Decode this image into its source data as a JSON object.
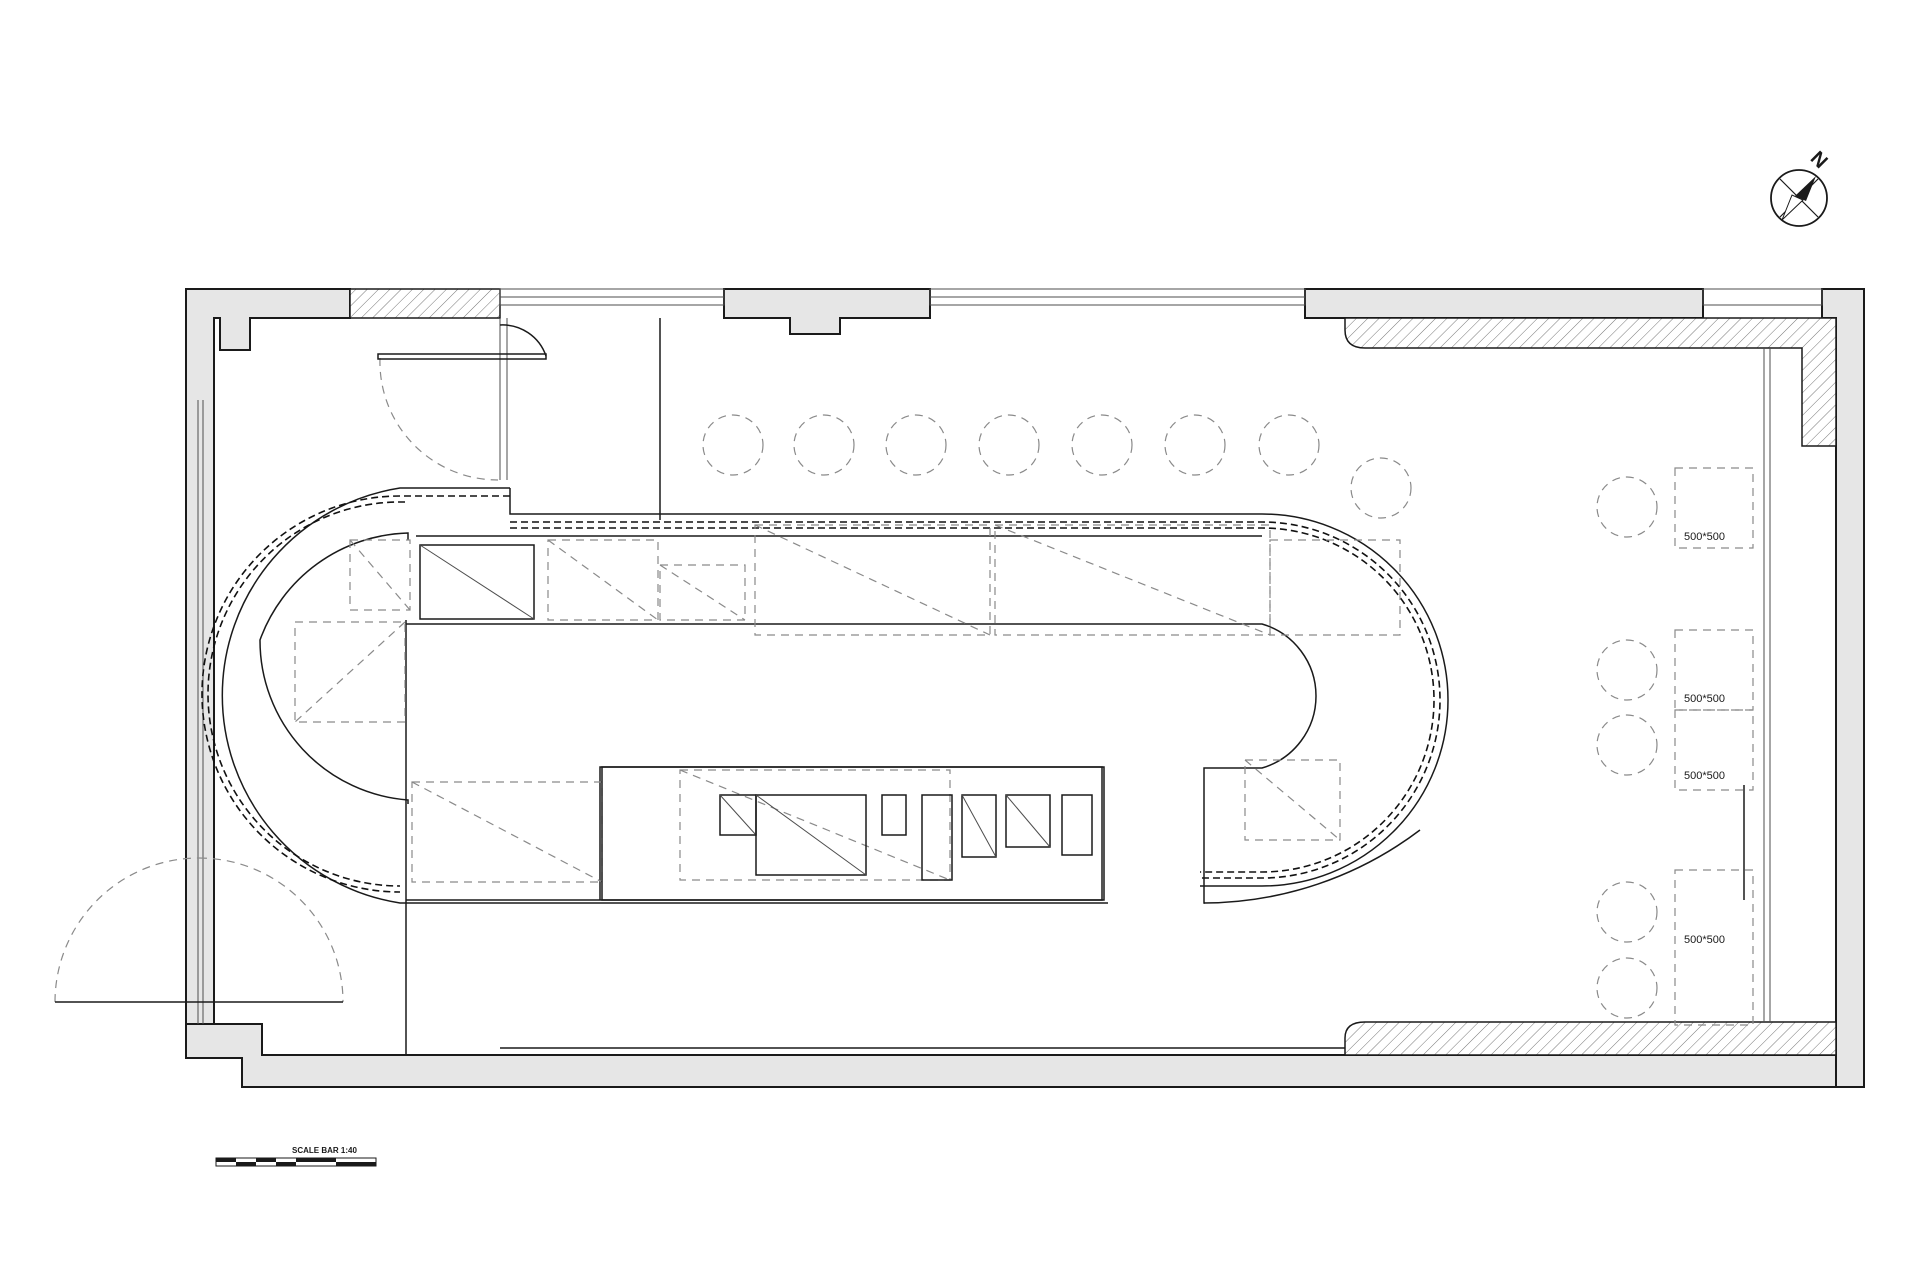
{
  "plan": {
    "north_label": "N",
    "scale_bar": {
      "title": "SCALE BAR 1:40"
    },
    "table_labels": [
      "500*500",
      "500*500",
      "500*500",
      "500*500"
    ]
  }
}
